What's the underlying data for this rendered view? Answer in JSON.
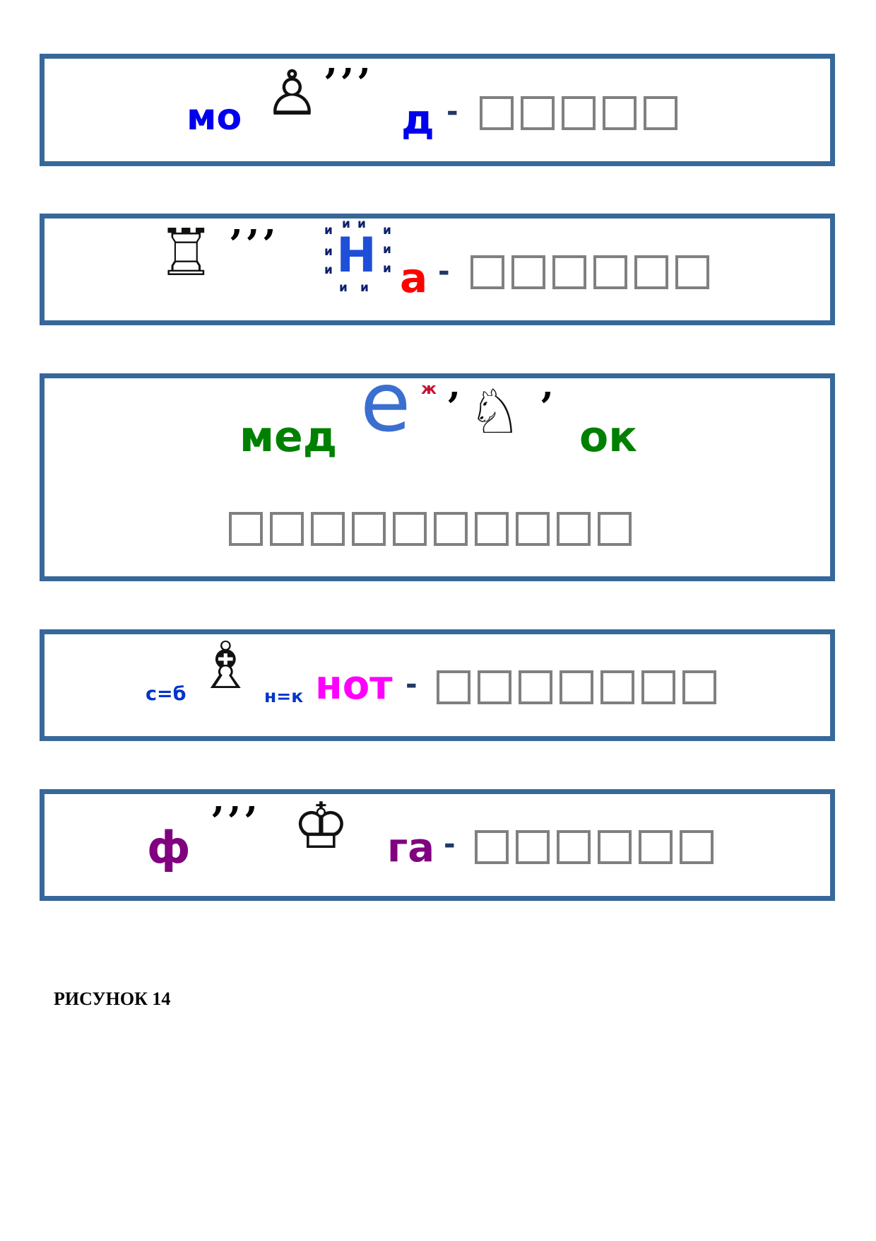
{
  "colors": {
    "border": "#36689a",
    "squares": "#808080",
    "dash": "#1f3864"
  },
  "puzzles": [
    {
      "parts": [
        "мо",
        "♙",
        "’’’",
        "д",
        "-"
      ],
      "answer_boxes": 5
    },
    {
      "parts": [
        "♖",
        "’’’",
        "Н",
        "и",
        "а",
        "-"
      ],
      "answer_boxes": 6
    },
    {
      "parts": [
        "мед",
        "е",
        "ж",
        "’",
        "♘",
        "’",
        "ок"
      ],
      "answer_boxes": 10
    },
    {
      "parts": [
        "с=б",
        "♗",
        "н=к",
        "нот",
        "-"
      ],
      "answer_boxes": 7
    },
    {
      "parts": [
        "ф",
        "’’’",
        "♔",
        "га",
        "-"
      ],
      "answer_boxes": 6
    }
  ],
  "caption": "РИСУНОК 14"
}
